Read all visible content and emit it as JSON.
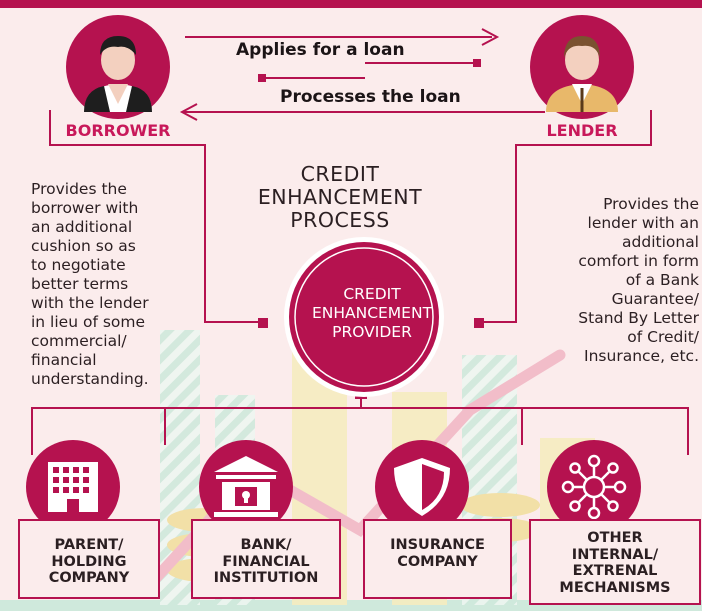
{
  "arrows": {
    "applies": "Applies for a loan",
    "processes": "Processes the loan"
  },
  "borrower": {
    "label": "BORROWER",
    "icon": "borrower-avatar-icon"
  },
  "lender": {
    "label": "LENDER",
    "icon": "lender-avatar-icon"
  },
  "title": "CREDIT\nENHANCEMENT\nPROCESS",
  "left_text": "Provides the\nborrower with\nan additional\ncushion so as\nto negotiate\nbetter terms\nwith the lender\nin lieu of some\ncommercial/\nfinancial\nunderstanding.",
  "right_text": "Provides the\nlender with an\nadditional\ncomfort in form\nof a Bank\nGuarantee/\nStand By Letter\nof Credit/\nInsurance, etc.",
  "provider": "CREDIT\nENHANCEMENT\nPROVIDER",
  "categories": [
    {
      "label": "PARENT/\nHOLDING\nCOMPANY",
      "icon": "office-building-icon"
    },
    {
      "label": "BANK/\nFINANCIAL\nINSTITUTION",
      "icon": "bank-vault-icon"
    },
    {
      "label": "INSURANCE\nCOMPANY",
      "icon": "shield-icon"
    },
    {
      "label": "OTHER\nINTERNAL/\nEXTRENAL\nMECHANISMS",
      "icon": "network-nodes-icon"
    }
  ],
  "colors": {
    "primary": "#b5124f",
    "label_accent": "#c8185a",
    "background": "#fbecec",
    "decor_yellow": "#f6edc0",
    "decor_green": "#cfe9dc",
    "decor_pink": "#f2b8c6"
  }
}
